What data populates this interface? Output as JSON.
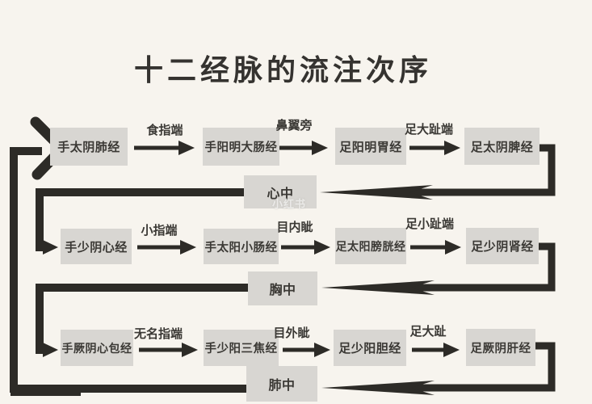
{
  "title": "十二经脉的流注次序",
  "watermark": "小红书",
  "colors": {
    "background": "#f7f4ee",
    "box": "#d8d6d2",
    "line": "#2d2b27",
    "text": "#3b3935"
  },
  "flow": {
    "rows": [
      {
        "meridians": [
          "手太阴肺经",
          "手阳明大肠经",
          "足阳明胃经",
          "足太阴脾经"
        ],
        "transfer_points": [
          "食指端",
          "鼻翼旁",
          "足大趾端"
        ],
        "return_point": "心中"
      },
      {
        "meridians": [
          "手少阴心经",
          "手太阳小肠经",
          "足太阳膀胱经",
          "足少阴肾经"
        ],
        "transfer_points": [
          "小指端",
          "目内眦",
          "足小趾端"
        ],
        "return_point": "胸中"
      },
      {
        "meridians": [
          "手厥阴心包经",
          "手少阳三焦经",
          "足少阳胆经",
          "足厥阴肝经"
        ],
        "transfer_points": [
          "无名指端",
          "目外眦",
          "足大趾"
        ],
        "return_point": "肺中"
      }
    ]
  }
}
